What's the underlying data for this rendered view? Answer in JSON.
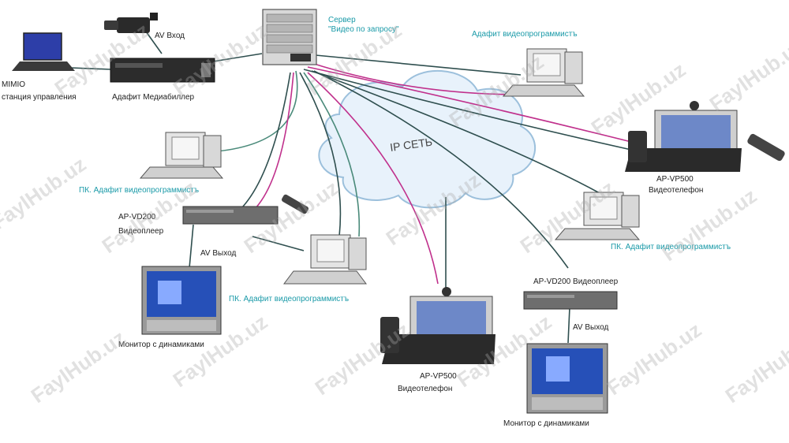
{
  "cloud_label": "IP СЕТЬ",
  "labels": {
    "server": "Сервер\n\"Видео по запросу\"",
    "av_input": "AV Вход",
    "media_encoder": "Адафит Медиабиллер",
    "control_pc_1": "MIMIO",
    "control_pc_2": "станция управления",
    "app_top_right": "Адафит видеопрограммистъ",
    "vp500_right_1": "AP-VP500",
    "vp500_right_2": "Видеотелефон",
    "app_left": "ПК. Адафит видеопрограммистъ",
    "decoder_left_1": "AP-VD200",
    "decoder_left_2": "Видеоплеер",
    "av_output_left": "AV Выход",
    "monitor_left": "Монитор с динамиками",
    "app_middle": "ПК. Адафит видеопрограммистъ",
    "app_right": "ПК. Адафит видеопрограммистъ",
    "vd200_right": "AP-VD200 Видеоплеер",
    "av_output_right": "AV Выход",
    "vp500_bottom_1": "AP-VP500",
    "vp500_bottom_2": "Видеотелефон",
    "monitor_bottom_right": "Монитор с динамиками"
  },
  "watermark": "FaylHub.uz",
  "colors": {
    "line_dark": "#2f4f4f",
    "line_pink": "#c0308c",
    "line_teal": "#4a8a7a",
    "cloud_fill": "#e8f2fb",
    "cloud_stroke": "#9cc0dc"
  }
}
